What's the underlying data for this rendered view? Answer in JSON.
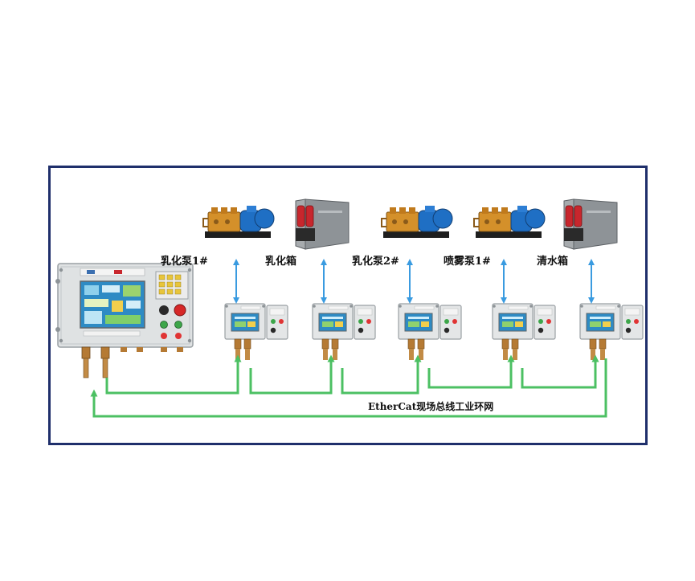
{
  "devices": [
    {
      "label": "乳化泵1#",
      "kind": "pump"
    },
    {
      "label": "乳化箱",
      "kind": "tank"
    },
    {
      "label": "乳化泵2#",
      "kind": "pump"
    },
    {
      "label": "喷雾泵1#",
      "kind": "pump"
    },
    {
      "label": "清水箱",
      "kind": "tank"
    }
  ],
  "network_label": "EtherCat现场总线工业环网",
  "colors": {
    "frame": "#1f2f6b",
    "bus_line": "#4cc063",
    "link_arrow": "#3a9be0",
    "pump_body": "#d4902a",
    "motor": "#1f6fc4",
    "tank": "#8e9397",
    "filter": "#c8262d",
    "cabinet": "#e4e6e7",
    "screen": "#2e8bc4"
  }
}
